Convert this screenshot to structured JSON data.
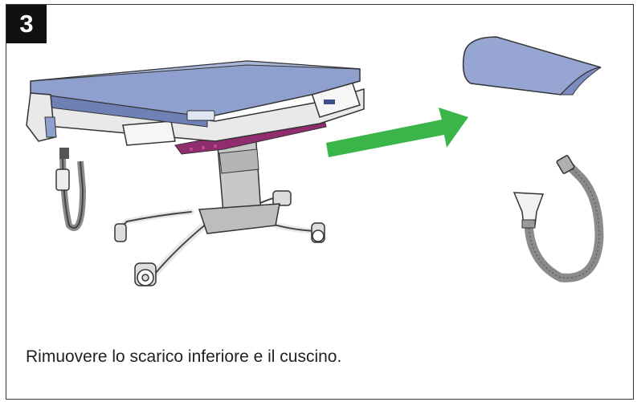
{
  "step": {
    "number": "3"
  },
  "caption": "Rimuovere lo scarico inferiore e il cuscino.",
  "colors": {
    "mattress": "#8f9fce",
    "mattress_dark": "#6f80b5",
    "frame_accent": "#8f2d6e",
    "arrow": "#3ab54a",
    "pillow": "#97a5d2",
    "hose": "#8b8b8b"
  },
  "icons": [
    "stretcher-illustration",
    "right-arrow-icon",
    "pillow-illustration",
    "drain-hose-illustration"
  ]
}
